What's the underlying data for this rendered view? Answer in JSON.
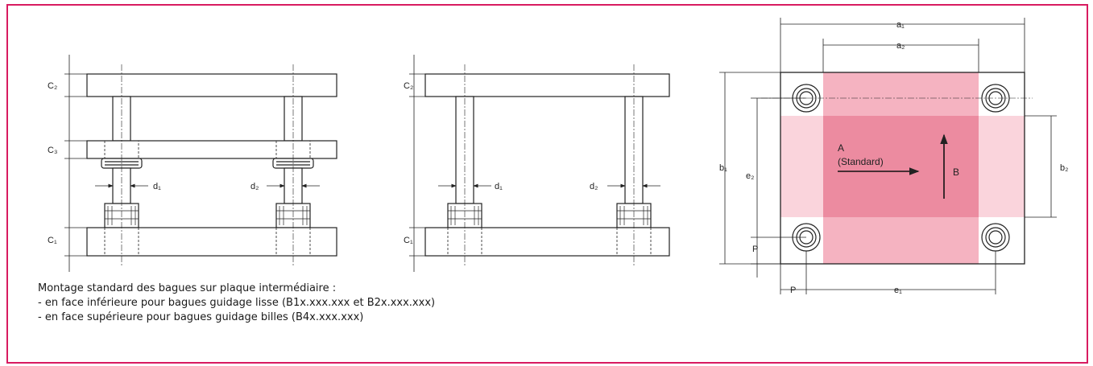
{
  "colors": {
    "frame": "#d81b60",
    "zone_standard": "#ec8ba0",
    "zone_side": "#f5b3c1",
    "zone_light": "#fad4dc"
  },
  "labels": {
    "c2": "C₂",
    "c3": "C₃",
    "c1": "C₁",
    "d1": "d₁",
    "d2": "d₂",
    "a1": "a₁",
    "a2": "a₂",
    "b1": "b₁",
    "b2": "b₂",
    "e1": "e₁",
    "e2": "e₂",
    "p": "P",
    "zone_a": "A",
    "zone_a_sub": "(Standard)",
    "zone_b": "B"
  },
  "caption": {
    "line1": "Montage standard des bagues sur plaque intermédiaire :",
    "line2": "- en face inférieure pour bagues guidage lisse (B1x.xxx.xxx et B2x.xxx.xxx)",
    "line3": "- en face supérieure pour bagues guidage billes (B4x.xxx.xxx)"
  }
}
